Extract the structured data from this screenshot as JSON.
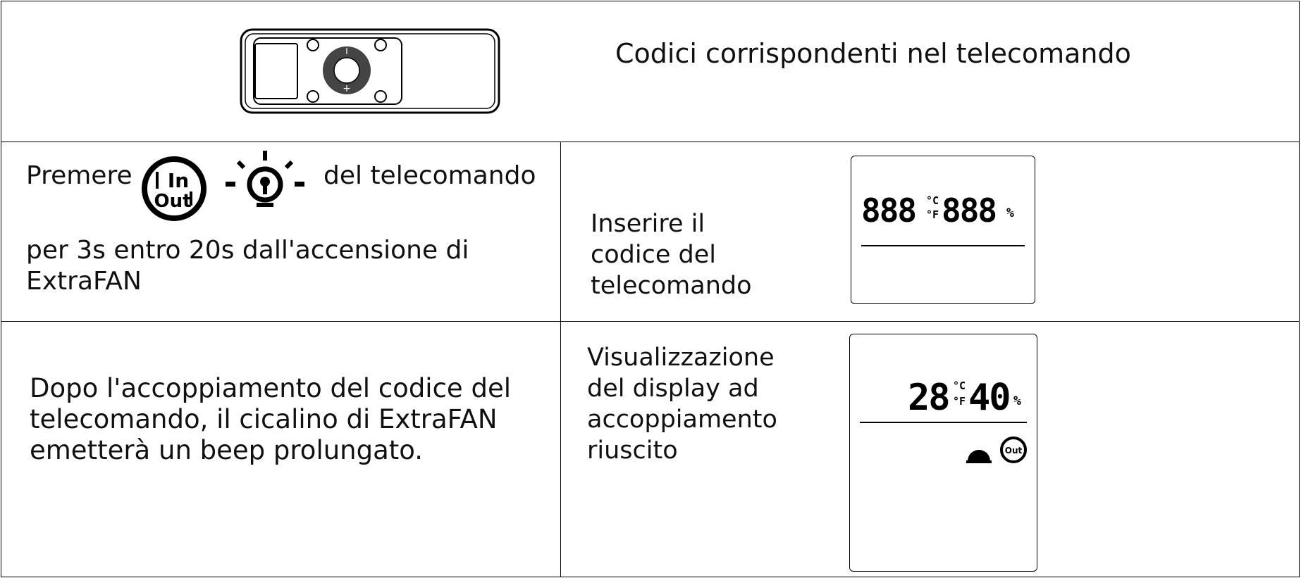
{
  "header": {
    "caption": "Codici corrispondenti nel telecomando",
    "remote_icon": "remote-control-icon"
  },
  "row1": {
    "instruction_prefix": "Premere",
    "instruction_suffix": "del telecomando",
    "instruction_line2": "per 3s entro 20s dall'accensione di",
    "instruction_line3": "ExtraFAN",
    "icons": [
      "in-out-icon",
      "light-bulb-icon"
    ],
    "status_lines": [
      "Inserire il",
      "codice del",
      "telecomando"
    ],
    "lcd": {
      "left_digits": "888",
      "unit_c": "°C",
      "unit_f": "°F",
      "right_digits": "888",
      "unit_pct": "%"
    }
  },
  "row2": {
    "message_lines": [
      "Dopo l'accoppiamento del codice del",
      "telecomando, il cicalino di ExtraFAN",
      "emetterà un beep prolungato."
    ],
    "status_lines": [
      "Visualizzazione",
      "del display ad",
      "accoppiamento",
      "riuscito"
    ],
    "lcd": {
      "temperature": "28",
      "unit_c": "°C",
      "unit_f": "°F",
      "humidity": "40",
      "unit_pct": "%",
      "icons": [
        "half-dome-icon",
        "out-icon"
      ]
    }
  }
}
